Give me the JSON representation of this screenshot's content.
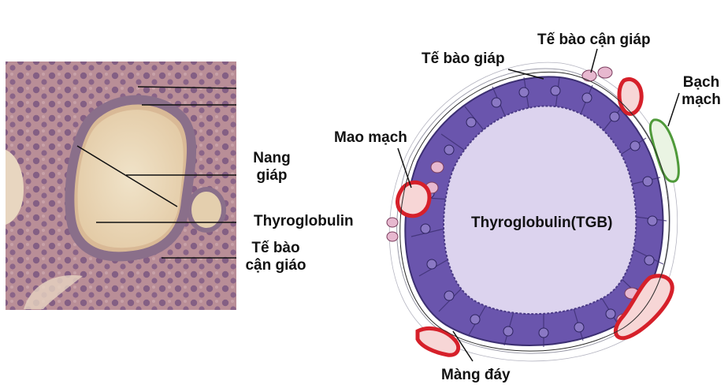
{
  "micrograph": {
    "labels": {
      "follicle_line1": "Nang",
      "follicle_line2": "giáp",
      "thyroglobulin": "Thyroglobulin",
      "parafollicular_line1": "Tế bào",
      "parafollicular_line2": "cận giáo"
    }
  },
  "schematic": {
    "labels": {
      "follicular_cell": "Tế bào giáp",
      "parafollicular_cell": "Tế bào cận giáp",
      "lymph_line1": "Bạch",
      "lymph_line2": "mạch",
      "capillary": "Mao mạch",
      "colloid": "Thyroglobulin(TGB)",
      "basement_membrane": "Màng đáy"
    }
  },
  "colors": {
    "colloid": "#dcd3ee",
    "follicular_epithelium": "#6a55ad",
    "capillary": "#d6202a",
    "lymphatic": "#4f9a3a",
    "parafollicular": "#e7b8cf",
    "tissue_bg": "#b58a92"
  }
}
